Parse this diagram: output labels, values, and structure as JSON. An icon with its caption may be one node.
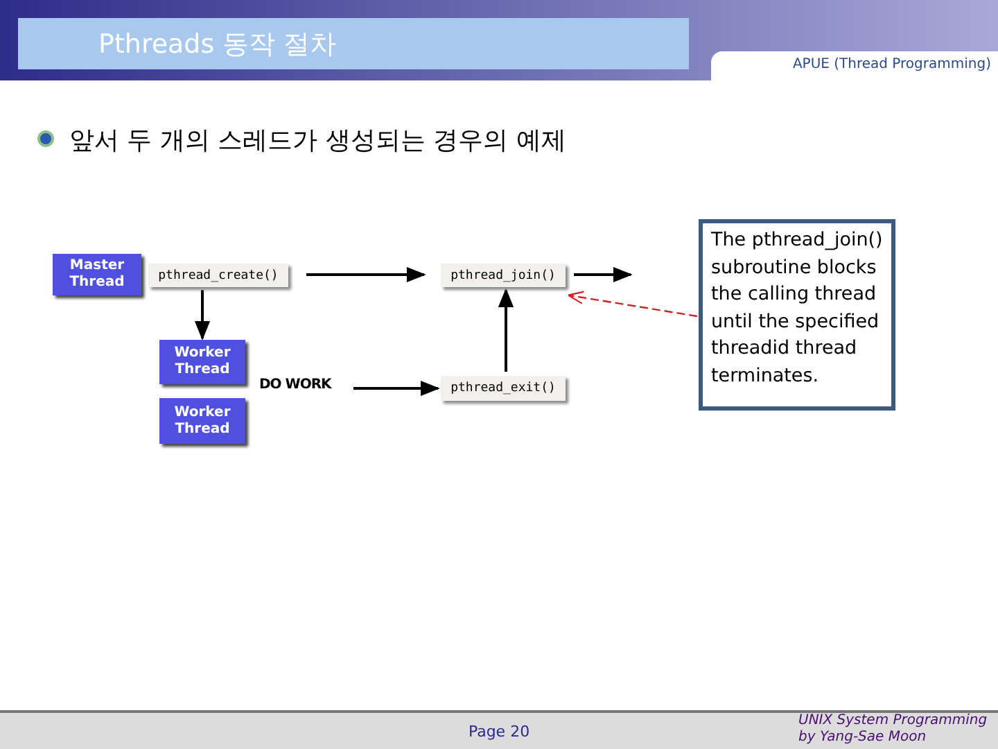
{
  "diagram": {
    "title": "Pthreads 동작 절차",
    "nodes": [
      {
        "text": [
          "Master Thread"
        ]
      },
      {
        "text": [
          "pthread_create()"
        ]
      },
      {
        "text": [
          "pthread_join()"
        ]
      },
      {
        "text": [
          "Worker Thread"
        ]
      },
      {
        "text": [
          "DO WORK"
        ]
      },
      {
        "text": [
          "pthread_exit()"
        ]
      },
      {
        "text": [
          "Worker Thread"
        ]
      },
      {
        "text": [
          "The pthread_join() subroutine blocks the calling thread until the specified threadid thread terminates."
        ]
      }
    ],
    "edges": [
      {
        "from": 1,
        "to": 2,
        "arrow": "to"
      },
      {
        "from": 1,
        "to": 3,
        "arrow": "to"
      },
      {
        "from": 4,
        "to": 5,
        "arrow": "to"
      },
      {
        "from": 5,
        "to": 2,
        "arrow": "to"
      },
      {
        "from": 2,
        "to": null,
        "arrow": "to"
      },
      {
        "from": 7,
        "to": 2,
        "arrow": "to",
        "style": "dashed",
        "color": "#d02020"
      }
    ],
    "labels": [
      "APUE (Thread Programming)",
      "앞서 두 개의 스레드가 생성되는 경우의 예제",
      "Page 20",
      "UNIX System Programming by Yang-Sae Moon"
    ]
  }
}
